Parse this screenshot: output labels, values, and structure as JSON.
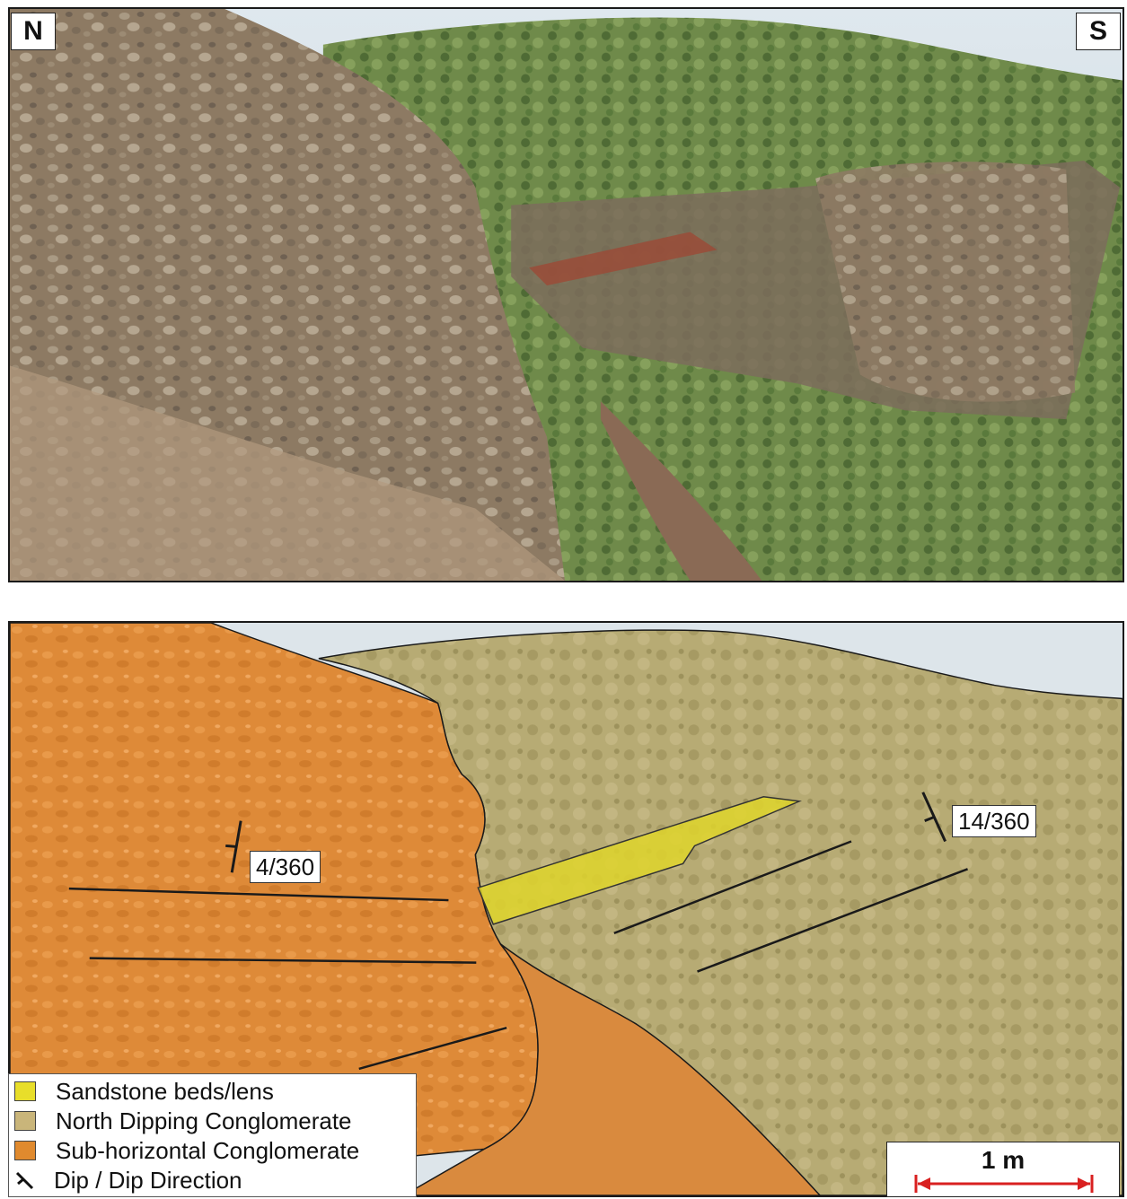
{
  "figure": {
    "top_photo": {
      "compass_north": "N",
      "compass_south": "S"
    },
    "interpreted_photo": {
      "dip_measurements": [
        "4/360",
        "14/360"
      ],
      "legend": [
        {
          "label": "Sandstone beds/lens",
          "color": "#e8de2a"
        },
        {
          "label": "North Dipping Conglomerate",
          "color": "#c9b57a"
        },
        {
          "label": "Sub-horizontal Conglomerate",
          "color": "#e08a2e"
        },
        {
          "label": "Dip / Dip Direction",
          "icon": "dip-symbol-icon"
        }
      ],
      "scale_bar": {
        "label": "1 m",
        "color": "#d92020"
      }
    }
  }
}
